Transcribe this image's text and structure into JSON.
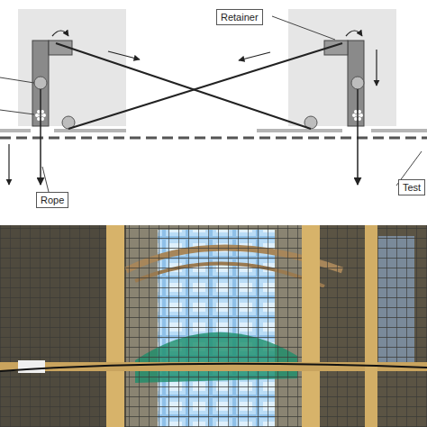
{
  "diagram": {
    "labels": [
      "Retainer",
      "Rope",
      "Test"
    ]
  }
}
